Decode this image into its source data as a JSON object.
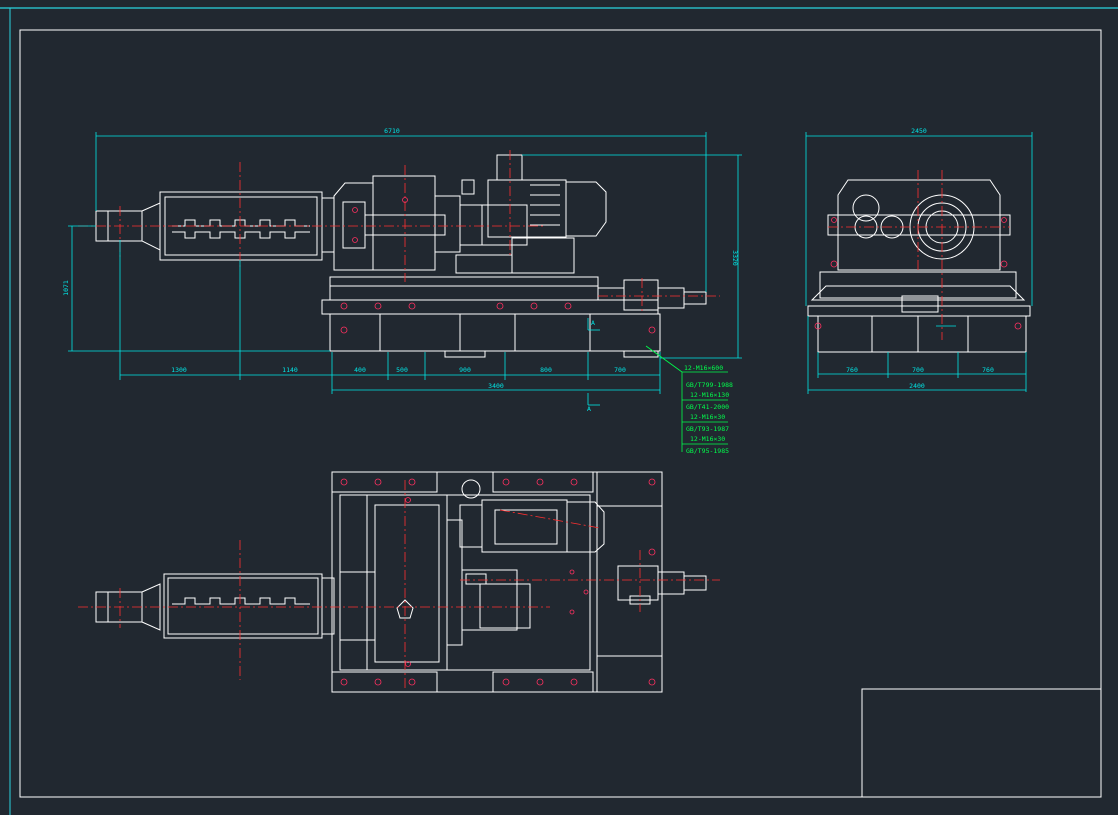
{
  "colors": {
    "background": "#212830",
    "frame": "#ffffff",
    "dimension": "#00e6e6",
    "centerline": "#ff3030",
    "annotation": "#00ff4c",
    "hole": "#ff3060",
    "outline": "#ffffff"
  },
  "front_view": {
    "overall_length": "6710",
    "overall_height": "3320",
    "left_height": "1071",
    "segments": [
      "1300",
      "1140",
      "400",
      "500",
      "900",
      "800",
      "700"
    ],
    "base_length": "3400",
    "section_marker": "A"
  },
  "side_view": {
    "top_width": "2450",
    "segments": [
      "760",
      "700",
      "760"
    ],
    "base_width": "2400"
  },
  "standards": [
    "12-M16×600",
    "GB/T799-1988",
    "12-M16×130",
    "GB/T41-2000",
    "12-M16×30",
    "GB/T93-1987",
    "12-M16×30",
    "GB/T95-1985"
  ]
}
